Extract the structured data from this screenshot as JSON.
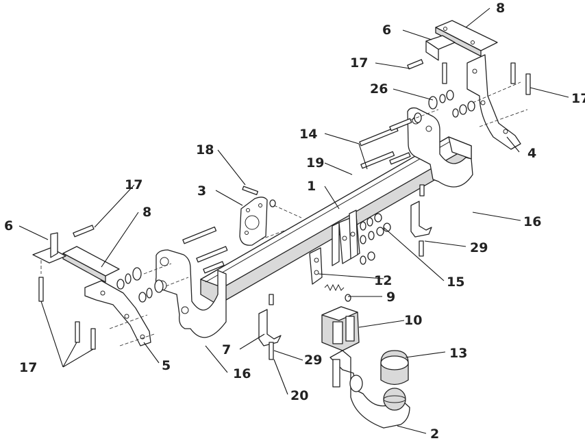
{
  "callouts": [
    {
      "id": "c8a",
      "label": "8"
    },
    {
      "id": "c6a",
      "label": "6"
    },
    {
      "id": "c17a",
      "label": "17"
    },
    {
      "id": "c26",
      "label": "26"
    },
    {
      "id": "c17b",
      "label": "17"
    },
    {
      "id": "c14",
      "label": "14"
    },
    {
      "id": "c4",
      "label": "4"
    },
    {
      "id": "c18",
      "label": "18"
    },
    {
      "id": "c19",
      "label": "19"
    },
    {
      "id": "c17c",
      "label": "17"
    },
    {
      "id": "c3",
      "label": "3"
    },
    {
      "id": "c1",
      "label": "1"
    },
    {
      "id": "c16a",
      "label": "16"
    },
    {
      "id": "c6b",
      "label": "6"
    },
    {
      "id": "c8b",
      "label": "8"
    },
    {
      "id": "c29a",
      "label": "29"
    },
    {
      "id": "c15",
      "label": "15"
    },
    {
      "id": "c12",
      "label": "12"
    },
    {
      "id": "c9",
      "label": "9"
    },
    {
      "id": "c10",
      "label": "10"
    },
    {
      "id": "c13",
      "label": "13"
    },
    {
      "id": "c7",
      "label": "7"
    },
    {
      "id": "c29b",
      "label": "29"
    },
    {
      "id": "c17d",
      "label": "17"
    },
    {
      "id": "c5",
      "label": "5"
    },
    {
      "id": "c16b",
      "label": "16"
    },
    {
      "id": "c20",
      "label": "20"
    },
    {
      "id": "c2",
      "label": "2"
    }
  ]
}
